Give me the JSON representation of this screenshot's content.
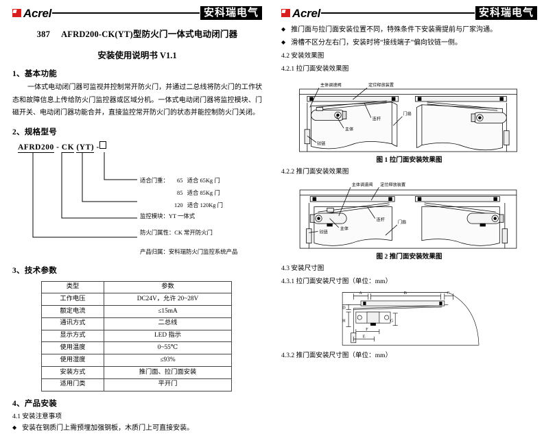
{
  "brand": {
    "logo_text": "Acrel",
    "logo_mark": "acrel-logo-icon",
    "company_cn": "安科瑞电气"
  },
  "left": {
    "doc_number": "387",
    "doc_title": "AFRD200-CK(YT)型防火门一体式电动闭门器",
    "doc_subtitle": "安装使用说明书 V1.1",
    "sections": {
      "s1_heading": "1、基本功能",
      "s1_text": "一体式电动闭门器可监视并控制常开防火门，并通过二总线将防火门的工作状态和故障信息上传给防火门监控器或区域分机。一体式电动闭门器将监控模块、门磁开关、电动闭门器功能合并，直接监控常开防火门的状态并能控制防火门关闭。",
      "s2_heading": "2、规格型号",
      "s3_heading": "3、技术参数",
      "s4_heading": "4、产品安装",
      "s41_heading": "4.1 安装注意事项",
      "s41_bullet": "安装在钢质门上需预埋加强钢板，木质门上可直接安装。"
    },
    "model_code": {
      "prefix": "AFRD200",
      "dash1": "-",
      "part2": "CK",
      "part3": "(YT)",
      "dash2": "-",
      "box": "□"
    },
    "model_tree": {
      "weight_label": "适合门重：",
      "weight_rows": [
        {
          "code": "65",
          "desc": "适合 65Kg 门"
        },
        {
          "code": "85",
          "desc": "适合 85Kg 门"
        },
        {
          "code": "120",
          "desc": "适合 120Kg 门"
        }
      ],
      "module": "监控模块：YT 一体式",
      "attribute": "防火门属性：CK 常开防火门",
      "ownership": "产品归属：安科瑞防火门监控系统产品"
    },
    "param_table": {
      "headers": [
        "类型",
        "参数"
      ],
      "rows": [
        [
          "工作电压",
          "DC24V，允许 20~28V"
        ],
        [
          "额定电流",
          "≤15mA"
        ],
        [
          "通讯方式",
          "二总线"
        ],
        [
          "显示方式",
          "LED 指示"
        ],
        [
          "使用温度",
          "0~55℃"
        ],
        [
          "使用湿度",
          "≤93%"
        ],
        [
          "安装方式",
          "推门面、拉门面安装"
        ],
        [
          "适用门类",
          "平开门"
        ]
      ]
    }
  },
  "right": {
    "bullets": [
      "推门面与拉门面安装位置不同，特殊条件下安装需提前与厂家沟通。",
      "滑槽不区分左右门，安装时将“接线端子”偏向铰链一侧。"
    ],
    "s42_heading": "4.2 安装效果图",
    "s421_heading": "4.2.1 拉门面安装效果图",
    "fig1_caption": "图 1 拉门面安装效果图",
    "s422_heading": "4.2.2 推门面安装效果图",
    "fig2_caption": "图 2 推门面安装效果图",
    "s43_heading": "4.3 安装尺寸图",
    "s431_heading": "4.3.1 拉门面安装尺寸图（单位：mm）",
    "s432_heading": "4.3.2 推门面安装尺寸图（单位：mm）",
    "fig1_labels": {
      "valve": "主体调速阀",
      "release": "定位释放装置",
      "rod": "连杆",
      "leaf": "门扇",
      "body": "主体",
      "hinge": "铰链"
    },
    "fig2_labels": {
      "valve": "主体调速阀",
      "release": "定位释放装置",
      "rod": "连杆",
      "leaf": "门扇",
      "body": "主体",
      "hinge": "铰链"
    },
    "dim_labels": [
      "A",
      "B",
      "C",
      "D",
      "H",
      "E",
      "F",
      "G"
    ]
  },
  "colors": {
    "brand_red": "#d81f1f",
    "ink": "#000000",
    "table_border": "#444444"
  }
}
